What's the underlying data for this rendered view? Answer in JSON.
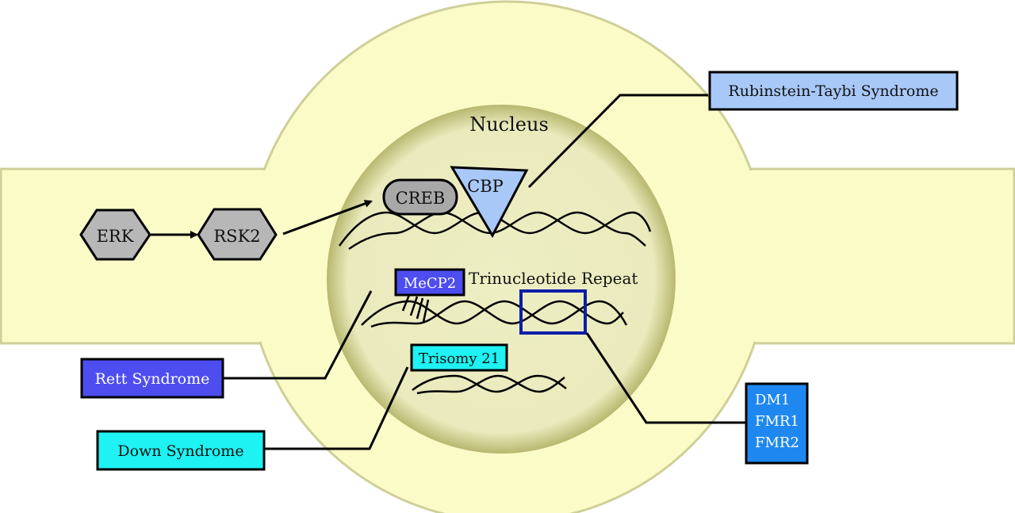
{
  "title": "Nucleus",
  "colors": {
    "cell": "#fbfbc8",
    "cell_border": "#cfcf98",
    "nucleus": "#eeeec4",
    "nucleus_shadow": "#b8b870",
    "grey_node": "#b7b7b7",
    "cbp": "#a8c8f8",
    "rett": "#4d4df0",
    "down": "#1ef2f2",
    "fmr": "#1e88f0",
    "repeat_box": "#0a1ea8"
  },
  "nodes": {
    "erk": "ERK",
    "rsk2": "RSK2",
    "creb": "CREB",
    "cbp": "CBP",
    "mecp2": "MeCP2",
    "trisomy": "Trisomy 21",
    "trinucleotide": "Trinucleotide Repeat"
  },
  "disorders": {
    "rubinstein": "Rubinstein-Taybi Syndrome",
    "rett": "Rett Syndrome",
    "down": "Down Syndrome",
    "fmr_list": [
      "DM1",
      "FMR1",
      "FMR2"
    ]
  }
}
